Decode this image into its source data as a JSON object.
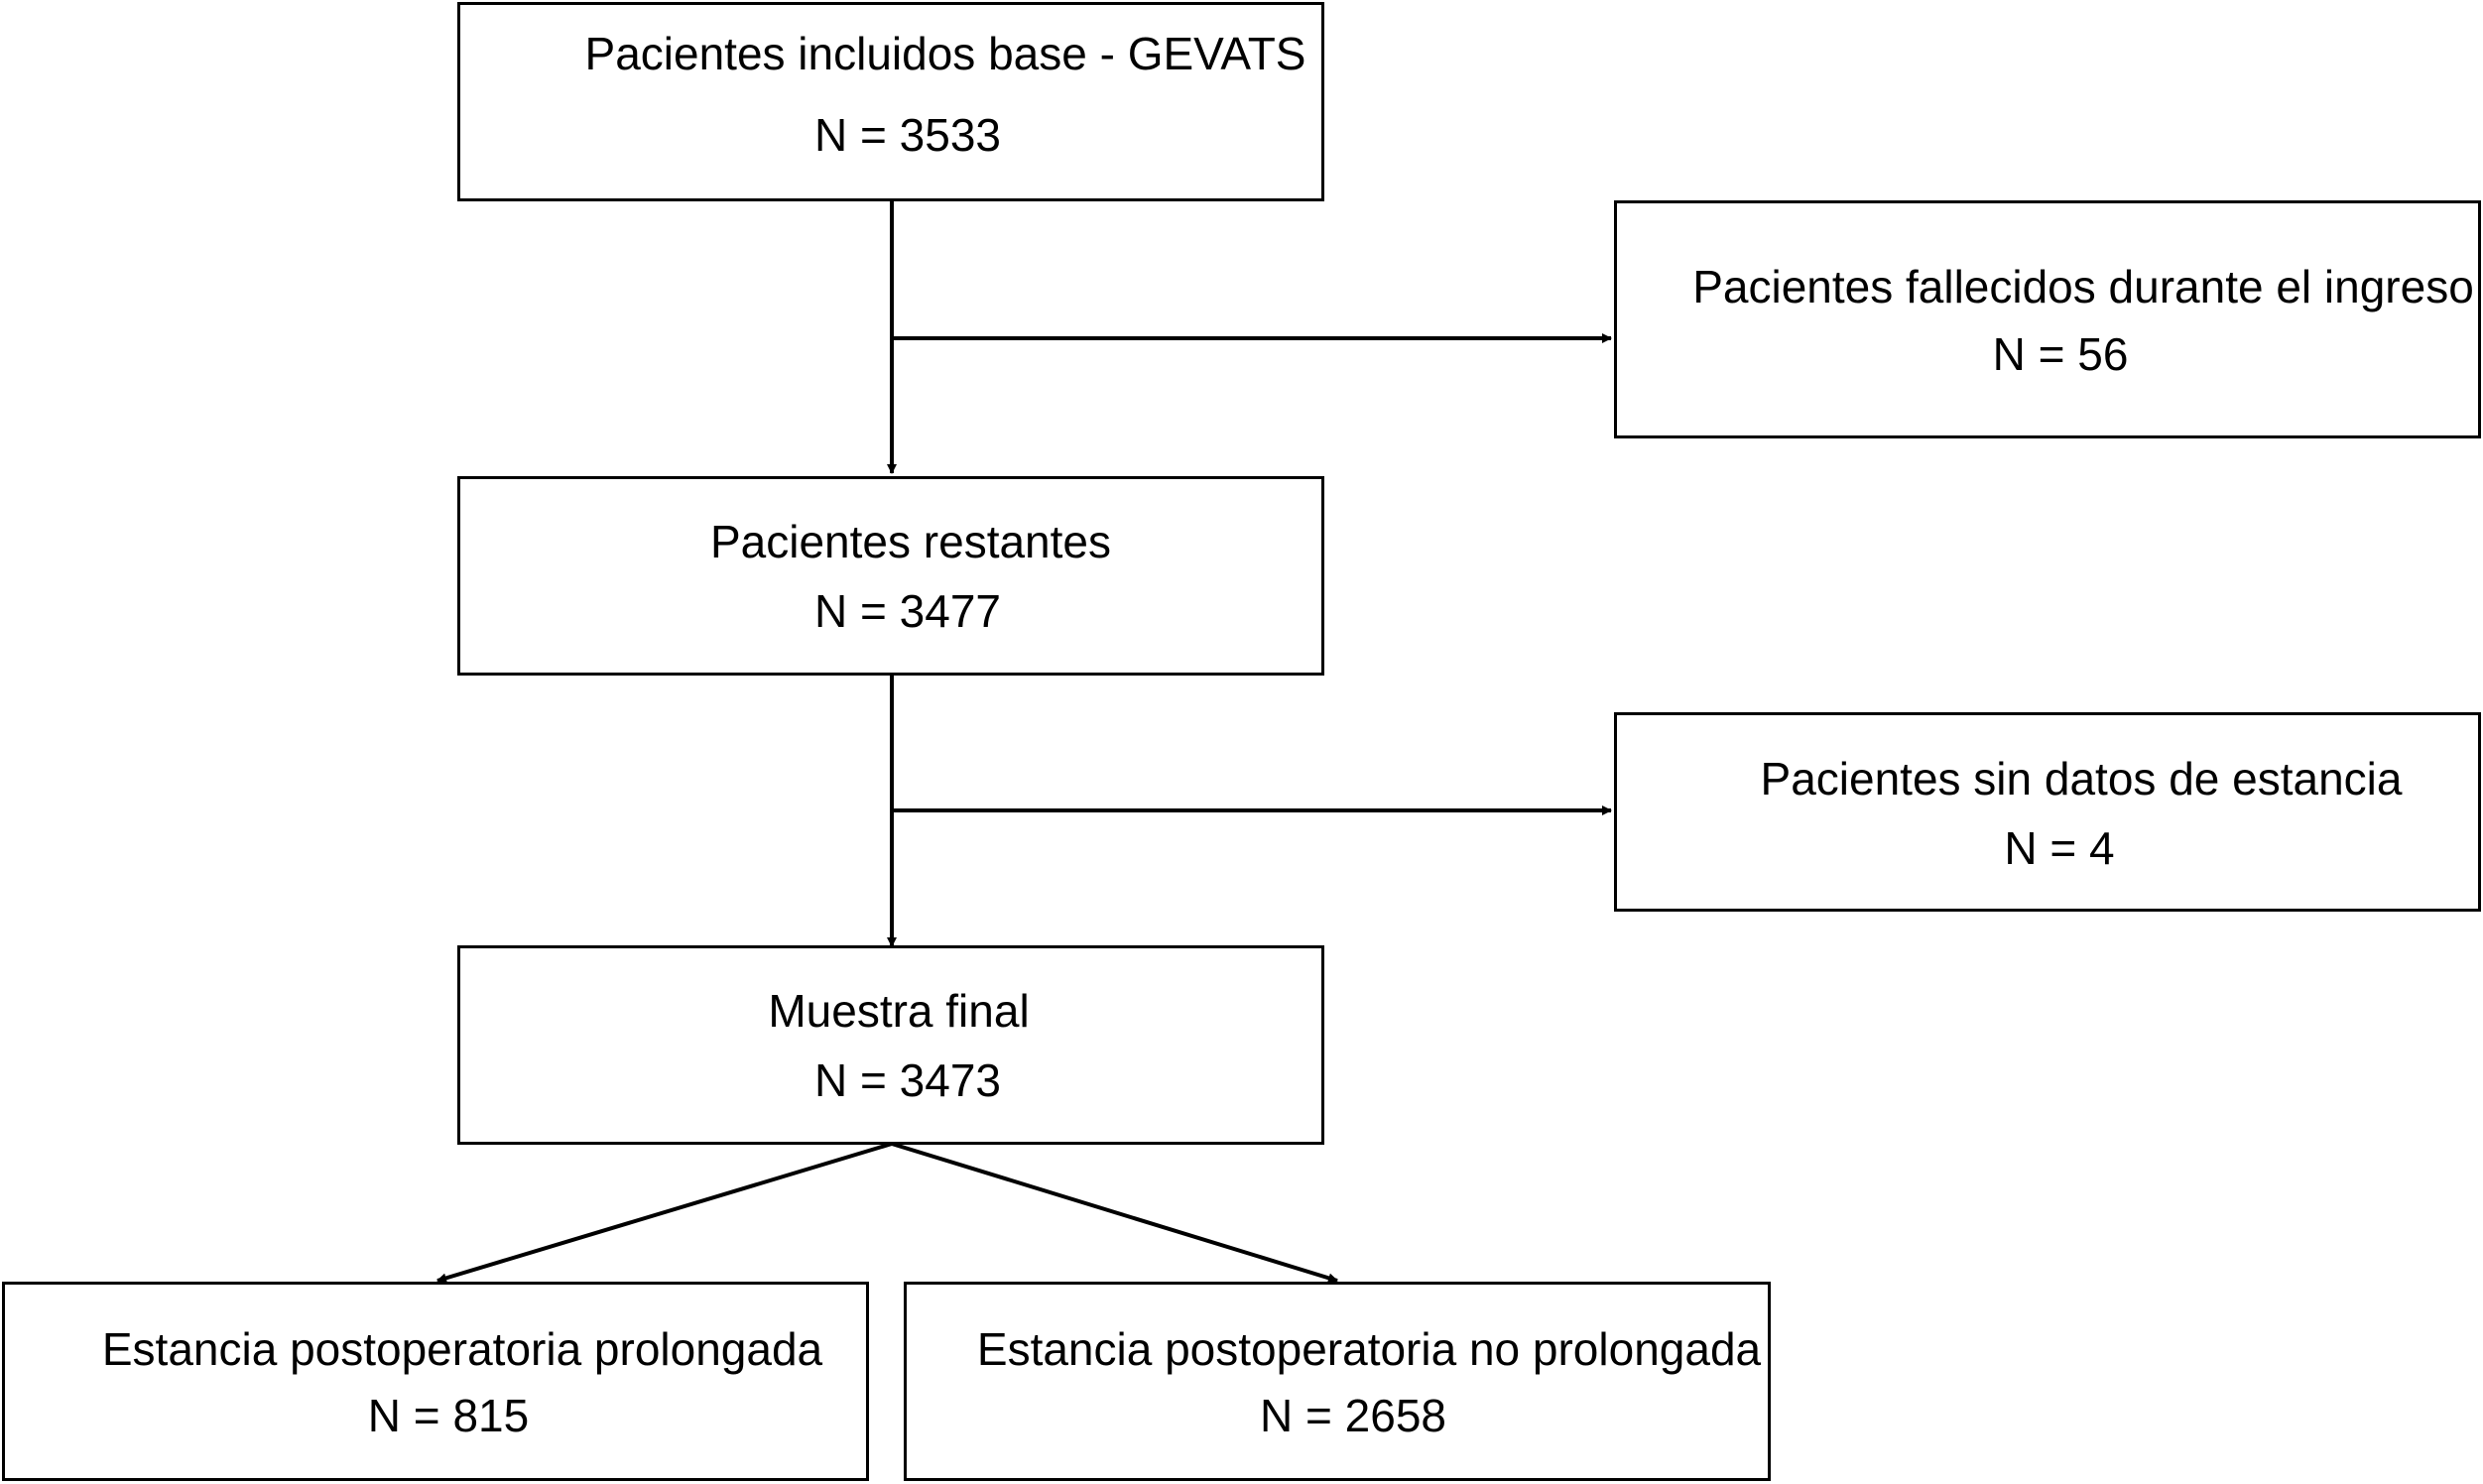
{
  "colors": {
    "background": "#ffffff",
    "stroke": "#000000",
    "text": "#000000"
  },
  "boxes": {
    "included": {
      "title": "Pacientes incluidos base - GEVATS",
      "count": "N = 3533"
    },
    "deceased": {
      "title": "Pacientes fallecidos durante el ingreso",
      "count": "N = 56"
    },
    "remaining": {
      "title": "Pacientes restantes",
      "count": "N = 3477"
    },
    "no_stay_data": {
      "title": "Pacientes sin datos de estancia",
      "count": "N = 4"
    },
    "final_sample": {
      "title": "Muestra final",
      "count": "N = 3473"
    },
    "prolonged": {
      "title": "Estancia postoperatoria prolongada",
      "count": "N = 815"
    },
    "not_prolonged": {
      "title": "Estancia postoperatoria no prolongada",
      "count": "N = 2658"
    }
  }
}
